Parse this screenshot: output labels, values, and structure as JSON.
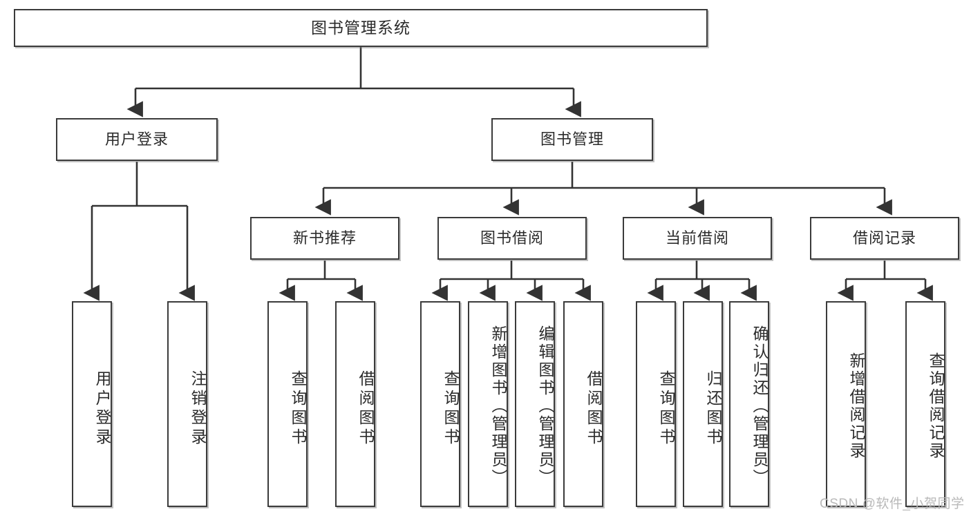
{
  "diagram": {
    "type": "tree-hierarchy",
    "title": "图书管理系统",
    "root": {
      "label": "图书管理系统"
    },
    "level2": [
      {
        "id": "user-login",
        "label": "用户登录"
      },
      {
        "id": "book-management",
        "label": "图书管理"
      }
    ],
    "level3": [
      {
        "id": "new-book-recommend",
        "label": "新书推荐",
        "parent": "book-management"
      },
      {
        "id": "book-borrow",
        "label": "图书借阅",
        "parent": "book-management"
      },
      {
        "id": "current-borrow",
        "label": "当前借阅",
        "parent": "book-management"
      },
      {
        "id": "borrow-record",
        "label": "借阅记录",
        "parent": "book-management"
      }
    ],
    "leaves": [
      {
        "id": "leaf-user-login",
        "label": "用户登录",
        "parent": "user-login"
      },
      {
        "id": "leaf-logout",
        "label": "注销登录",
        "parent": "user-login"
      },
      {
        "id": "leaf-query-book-1",
        "label": "查询图书",
        "parent": "new-book-recommend"
      },
      {
        "id": "leaf-borrow-book-1",
        "label": "借阅图书",
        "parent": "new-book-recommend"
      },
      {
        "id": "leaf-query-book-2",
        "label": "查询图书",
        "parent": "book-borrow"
      },
      {
        "id": "leaf-add-book",
        "label": "新增图书（管理员）",
        "parent": "book-borrow"
      },
      {
        "id": "leaf-edit-book",
        "label": "编辑图书（管理员）",
        "parent": "book-borrow"
      },
      {
        "id": "leaf-borrow-book-2",
        "label": "借阅图书",
        "parent": "book-borrow"
      },
      {
        "id": "leaf-query-book-3",
        "label": "查询图书",
        "parent": "current-borrow"
      },
      {
        "id": "leaf-return-book",
        "label": "归还图书",
        "parent": "current-borrow"
      },
      {
        "id": "leaf-confirm-return",
        "label": "确认归还（管理员）",
        "parent": "current-borrow"
      },
      {
        "id": "leaf-add-record",
        "label": "新增借阅记录",
        "parent": "borrow-record"
      },
      {
        "id": "leaf-query-record",
        "label": "查询借阅记录",
        "parent": "borrow-record"
      }
    ]
  },
  "watermark": {
    "text": "CSDN @软件_小贺同学"
  },
  "colors": {
    "box_border": "#3a3a3a",
    "box_fill": "#ffffff",
    "line": "#333333",
    "text": "#2b2b2b",
    "watermark": "#b9b9b9",
    "background": "#ffffff"
  }
}
